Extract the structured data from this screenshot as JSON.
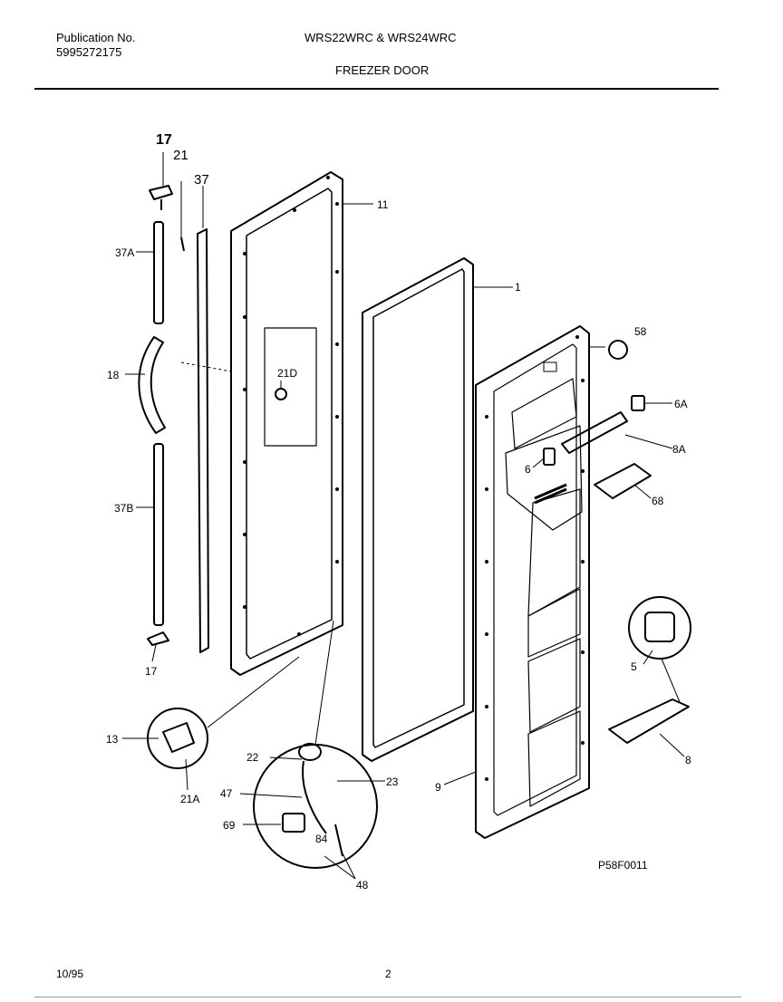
{
  "header": {
    "pub_label": "Publication No.",
    "pub_number": "5995272175",
    "models": "WRS22WRC & WRS24WRC",
    "section": "FREEZER DOOR"
  },
  "diagram": {
    "code": "P58F0011",
    "labels": {
      "l17top": "17",
      "l21": "21",
      "l37": "37",
      "l37a": "37A",
      "l18": "18",
      "l37b": "37B",
      "l17bot": "17",
      "l21d": "21D",
      "l11": "11",
      "l1": "1",
      "l58": "58",
      "l6a": "6A",
      "l8a": "8A",
      "l6": "6",
      "l68": "68",
      "l5": "5",
      "l8": "8",
      "l13": "13",
      "l21a": "21A",
      "l22": "22",
      "l23": "23",
      "l47": "47",
      "l69": "69",
      "l84": "84",
      "l48": "48",
      "l9": "9"
    }
  },
  "footer": {
    "date": "10/95",
    "page": "2"
  }
}
